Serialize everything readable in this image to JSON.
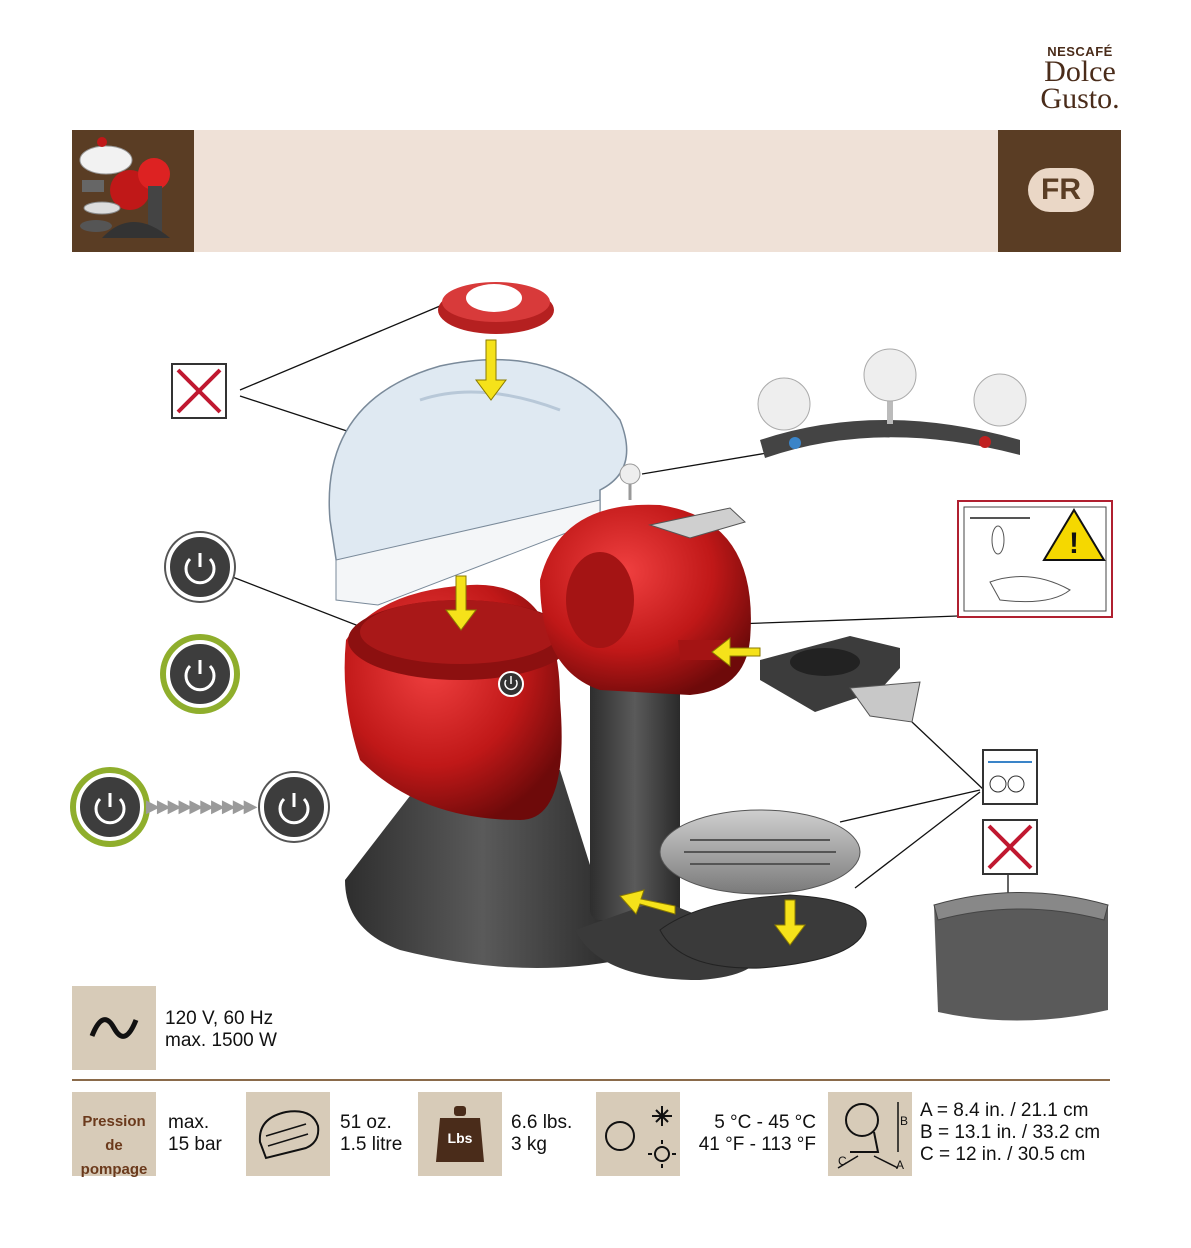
{
  "brand": {
    "line1": "NESCAFÉ",
    "line2": "Dolce",
    "line3": "Gusto."
  },
  "header": {
    "lang_badge": "FR"
  },
  "electrical": {
    "line1": "120 V, 60 Hz",
    "line2": "max. 1500 W"
  },
  "specs": {
    "pressure_label_1": "Pression de",
    "pressure_label_2": "pompage",
    "pressure_value_1": "max.",
    "pressure_value_2": "15 bar",
    "capacity_1": "51 oz.",
    "capacity_2": "1.5 litre",
    "weight_badge": "Lbs",
    "weight_1": "6.6 lbs.",
    "weight_2": "3 kg",
    "temp_1": "5 °C -  45 °C",
    "temp_2": "41 °F - 113 °F",
    "dim_a": "A = 8.4 in. / 21.1 cm",
    "dim_b": "B = 13.1 in. / 33.2 cm",
    "dim_c": "C = 12 in. / 30.5 cm",
    "dim_label_a": "A",
    "dim_label_b": "B",
    "dim_label_c": "C"
  },
  "capsule_text": "NESCAFÉ Dolce Gusto",
  "colors": {
    "brown": "#5a3d24",
    "band": "#efe1d7",
    "machine_red": "#c01818",
    "power_green": "#8fae2c",
    "arrow_yellow": "#f5e21a"
  }
}
